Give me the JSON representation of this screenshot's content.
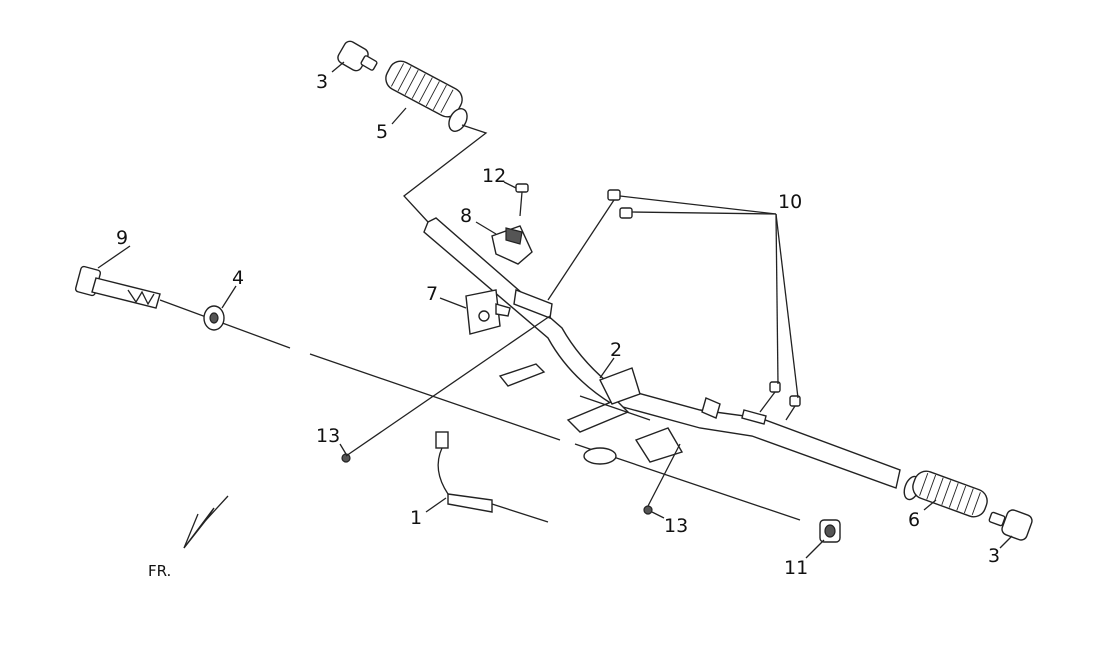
{
  "callouts": [
    {
      "id": "c1",
      "text": "1"
    },
    {
      "id": "c2",
      "text": "2"
    },
    {
      "id": "c3a",
      "text": "3"
    },
    {
      "id": "c3b",
      "text": "3"
    },
    {
      "id": "c4",
      "text": "4"
    },
    {
      "id": "c5",
      "text": "5"
    },
    {
      "id": "c6",
      "text": "6"
    },
    {
      "id": "c7",
      "text": "7"
    },
    {
      "id": "c8",
      "text": "8"
    },
    {
      "id": "c9",
      "text": "9"
    },
    {
      "id": "c10",
      "text": "10"
    },
    {
      "id": "c11",
      "text": "11"
    },
    {
      "id": "c12",
      "text": "12"
    },
    {
      "id": "c13a",
      "text": "13"
    },
    {
      "id": "c13b",
      "text": "13"
    }
  ],
  "direction": {
    "text": "FR."
  }
}
